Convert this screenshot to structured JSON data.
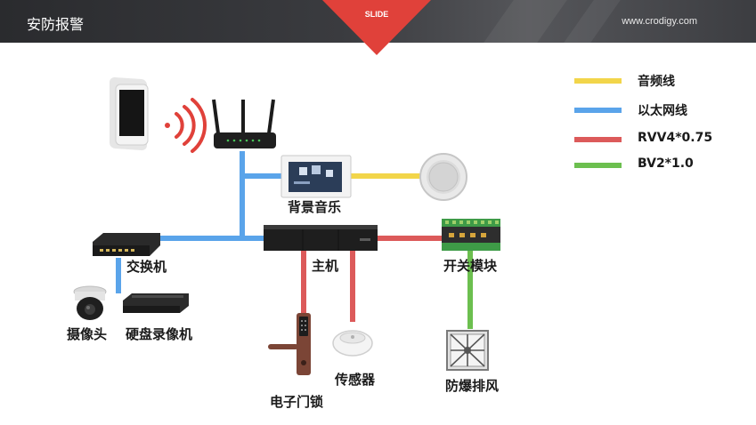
{
  "header": {
    "title": "安防报警",
    "tab_label": "SLIDE",
    "website": "www.crodigy.com"
  },
  "colors": {
    "audio": "#f2d54a",
    "ethernet": "#5aa4ea",
    "rvv": "#dc5a5a",
    "bv": "#6cbf4f",
    "accent": "#e0413a"
  },
  "legend": [
    {
      "label": "音频线",
      "color": "#f2d54a"
    },
    {
      "label": "以太网线",
      "color": "#5aa4ea"
    },
    {
      "label": "RVV4*0.75",
      "color": "#dc5a5a"
    },
    {
      "label": "BV2*1.0",
      "color": "#6cbf4f"
    }
  ],
  "devices": {
    "background_music": "背景音乐",
    "host": "主机",
    "switch": "交换机",
    "switch_module": "开关模块",
    "camera": "摄像头",
    "nvr": "硬盘录像机",
    "sensor": "传感器",
    "door_lock": "电子门锁",
    "exhaust_fan": "防爆排风"
  },
  "icons": [
    "phone-icon",
    "wifi-signal-icon",
    "router-icon",
    "music-panel-icon",
    "ceiling-speaker-icon",
    "network-switch-icon",
    "host-controller-icon",
    "relay-module-icon",
    "dome-camera-icon",
    "nvr-icon",
    "smoke-sensor-icon",
    "smart-lock-icon",
    "exhaust-fan-icon"
  ]
}
